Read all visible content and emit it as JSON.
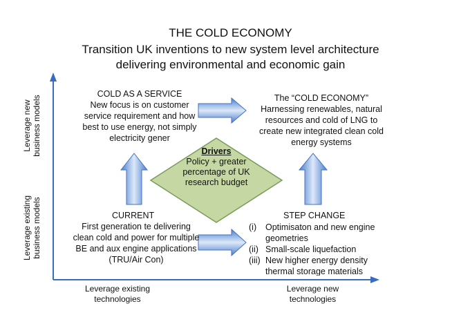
{
  "title": {
    "line1": "THE COLD ECONOMY",
    "line2": "Transition UK inventions to new system level architecture",
    "line3": "delivering environmental and economic gain"
  },
  "axes": {
    "y_top": "Leverage new business models",
    "y_bottom": "Leverage existing business models",
    "x_left": "Leverage existing technologies",
    "x_right": "Leverage new technologies"
  },
  "quadrants": {
    "top_left": {
      "heading": "COLD AS A SERVICE",
      "body": "New focus is on customer service  requirement and how best to use energy, not  simply electricity gener"
    },
    "top_right": {
      "heading": "The “COLD ECONOMY”",
      "body": "Harnessing renewables, natural resources and  cold of LNG to create new integrated clean cold energy systems"
    },
    "bottom_left": {
      "heading": "CURRENT",
      "body": "First generation te delivering clean cold and power for multiple BE and aux engine applications (TRU/Air Con)"
    },
    "bottom_right": {
      "heading": "STEP CHANGE",
      "items": [
        {
          "num": "(i)",
          "text": "Optimisaton and new engine geometries"
        },
        {
          "num": "(ii)",
          "text": "Small-scale liquefaction"
        },
        {
          "num": "(iii)",
          "text": "New higher energy density thermal storage materials"
        }
      ]
    }
  },
  "drivers": {
    "heading": "Drivers",
    "body": "Policy + greater percentage of UK research budget"
  },
  "colors": {
    "arrow_fill": "#5b8fd6",
    "arrow_stroke": "#4472c4",
    "diamond_fill": "#c5d8a4",
    "diamond_stroke": "#7a9a5a",
    "axis": "#3a6bc0"
  }
}
